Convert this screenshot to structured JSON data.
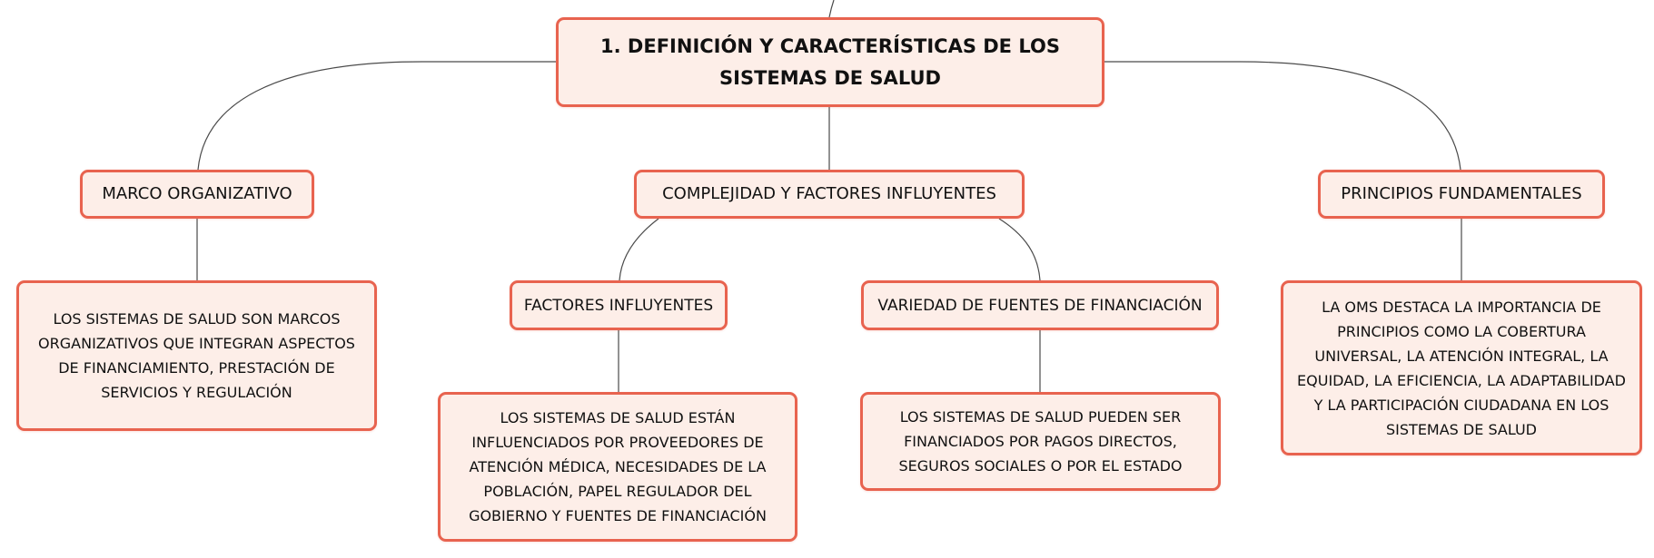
{
  "root": {
    "title_line1": "1. DEFINICIÓN Y CARACTERÍSTICAS DE LOS",
    "title_line2": "SISTEMAS DE SALUD"
  },
  "branches": {
    "marco": {
      "label": "MARCO ORGANIZATIVO",
      "detail": [
        "LOS SISTEMAS DE SALUD SON MARCOS",
        "ORGANIZATIVOS QUE INTEGRAN ASPECTOS",
        "DE FINANCIAMIENTO, PRESTACIÓN DE",
        "SERVICIOS Y REGULACIÓN"
      ]
    },
    "complejidad": {
      "label": "COMPLEJIDAD Y FACTORES INFLUYENTES",
      "children": {
        "factores": {
          "label": "FACTORES INFLUYENTES",
          "detail": [
            "LOS SISTEMAS DE SALUD ESTÁN",
            "INFLUENCIADOS POR PROVEEDORES DE",
            "ATENCIÓN MÉDICA, NECESIDADES DE LA",
            "POBLACIÓN, PAPEL REGULADOR DEL",
            "GOBIERNO Y FUENTES DE FINANCIACIÓN"
          ]
        },
        "variedad": {
          "label": "VARIEDAD DE FUENTES DE FINANCIACIÓN",
          "detail": [
            "LOS SISTEMAS DE SALUD PUEDEN SER",
            "FINANCIADOS POR PAGOS DIRECTOS,",
            "SEGUROS SOCIALES O POR EL ESTADO"
          ]
        }
      }
    },
    "principios": {
      "label": "PRINCIPIOS FUNDAMENTALES",
      "detail": [
        "LA OMS DESTACA LA IMPORTANCIA DE",
        "PRINCIPIOS COMO LA COBERTURA",
        "UNIVERSAL, LA ATENCIÓN INTEGRAL, LA",
        "EQUIDAD, LA EFICIENCIA, LA ADAPTABILIDAD",
        "Y LA PARTICIPACIÓN CIUDADANA EN LOS",
        "SISTEMAS DE SALUD"
      ]
    }
  },
  "colors": {
    "node_border": "#e8634f",
    "node_fill": "#fdeee8",
    "connector": "#4a4a4a",
    "text": "#111111"
  }
}
